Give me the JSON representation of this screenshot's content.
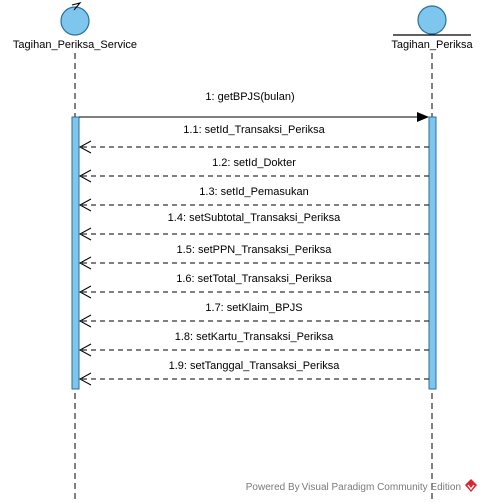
{
  "colors": {
    "lifeline_fill": "#7fc6ef",
    "lifeline_stroke": "#2b6f9a",
    "line": "#000000",
    "watermark": "#7a7a7a",
    "logo": "#d9252b"
  },
  "participants": [
    {
      "name": "Tagihan_Periksa_Service",
      "kind": "control"
    },
    {
      "name": "Tagihan_Periksa",
      "kind": "entity"
    }
  ],
  "messages": [
    {
      "label": "1: getBPJS(bulan)",
      "from": 0,
      "to": 1,
      "type": "call"
    },
    {
      "label": "1.1: setId_Transaksi_Periksa",
      "from": 1,
      "to": 0,
      "type": "return"
    },
    {
      "label": "1.2: setId_Dokter",
      "from": 1,
      "to": 0,
      "type": "return"
    },
    {
      "label": "1.3: setId_Pemasukan",
      "from": 1,
      "to": 0,
      "type": "return"
    },
    {
      "label": "1.4: setSubtotal_Transaksi_Periksa",
      "from": 1,
      "to": 0,
      "type": "return"
    },
    {
      "label": "1.5: setPPN_Transaksi_Periksa",
      "from": 1,
      "to": 0,
      "type": "return"
    },
    {
      "label": "1.6: setTotal_Transaksi_Periksa",
      "from": 1,
      "to": 0,
      "type": "return"
    },
    {
      "label": "1.7: setKlaim_BPJS",
      "from": 1,
      "to": 0,
      "type": "return"
    },
    {
      "label": "1.8: setKartu_Transaksi_Periksa",
      "from": 1,
      "to": 0,
      "type": "return"
    },
    {
      "label": "1.9: setTanggal_Transaksi_Periksa",
      "from": 1,
      "to": 0,
      "type": "return"
    }
  ],
  "watermark": {
    "text": "Powered By Visual Paradigm Community Edition",
    "icon": "visual-paradigm-logo-icon"
  }
}
